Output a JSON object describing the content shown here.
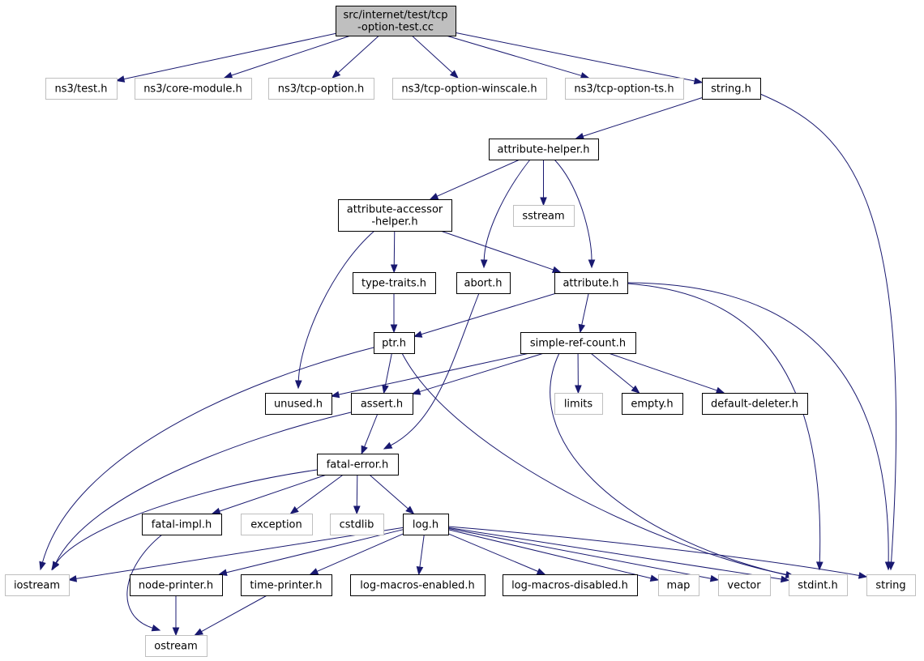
{
  "graph": {
    "nodes": {
      "root": {
        "lines": [
          "src/internet/test/tcp",
          "-option-test.cc"
        ],
        "kind": "root"
      },
      "test_h": {
        "lines": [
          "ns3/test.h"
        ],
        "kind": "ext"
      },
      "core_module_h": {
        "lines": [
          "ns3/core-module.h"
        ],
        "kind": "ext"
      },
      "tcp_option_h": {
        "lines": [
          "ns3/tcp-option.h"
        ],
        "kind": "ext"
      },
      "tcp_option_winscale_h": {
        "lines": [
          "ns3/tcp-option-winscale.h"
        ],
        "kind": "ext"
      },
      "tcp_option_ts_h": {
        "lines": [
          "ns3/tcp-option-ts.h"
        ],
        "kind": "ext"
      },
      "string_h": {
        "lines": [
          "string.h"
        ],
        "kind": "doc"
      },
      "attribute_helper_h": {
        "lines": [
          "attribute-helper.h"
        ],
        "kind": "doc"
      },
      "attribute_accessor_helper_h": {
        "lines": [
          "attribute-accessor",
          "-helper.h"
        ],
        "kind": "doc"
      },
      "sstream": {
        "lines": [
          "sstream"
        ],
        "kind": "ext"
      },
      "type_traits_h": {
        "lines": [
          "type-traits.h"
        ],
        "kind": "doc"
      },
      "abort_h": {
        "lines": [
          "abort.h"
        ],
        "kind": "doc"
      },
      "attribute_h": {
        "lines": [
          "attribute.h"
        ],
        "kind": "doc"
      },
      "ptr_h": {
        "lines": [
          "ptr.h"
        ],
        "kind": "doc"
      },
      "simple_ref_count_h": {
        "lines": [
          "simple-ref-count.h"
        ],
        "kind": "doc"
      },
      "unused_h": {
        "lines": [
          "unused.h"
        ],
        "kind": "doc"
      },
      "assert_h": {
        "lines": [
          "assert.h"
        ],
        "kind": "doc"
      },
      "limits": {
        "lines": [
          "limits"
        ],
        "kind": "ext"
      },
      "empty_h": {
        "lines": [
          "empty.h"
        ],
        "kind": "doc"
      },
      "default_deleter_h": {
        "lines": [
          "default-deleter.h"
        ],
        "kind": "doc"
      },
      "fatal_error_h": {
        "lines": [
          "fatal-error.h"
        ],
        "kind": "doc"
      },
      "fatal_impl_h": {
        "lines": [
          "fatal-impl.h"
        ],
        "kind": "doc"
      },
      "exception": {
        "lines": [
          "exception"
        ],
        "kind": "ext"
      },
      "cstdlib": {
        "lines": [
          "cstdlib"
        ],
        "kind": "ext"
      },
      "log_h": {
        "lines": [
          "log.h"
        ],
        "kind": "doc"
      },
      "iostream": {
        "lines": [
          "iostream"
        ],
        "kind": "ext"
      },
      "node_printer_h": {
        "lines": [
          "node-printer.h"
        ],
        "kind": "doc"
      },
      "time_printer_h": {
        "lines": [
          "time-printer.h"
        ],
        "kind": "doc"
      },
      "log_macros_enabled_h": {
        "lines": [
          "log-macros-enabled.h"
        ],
        "kind": "doc"
      },
      "log_macros_disabled_h": {
        "lines": [
          "log-macros-disabled.h"
        ],
        "kind": "doc"
      },
      "map": {
        "lines": [
          "map"
        ],
        "kind": "ext"
      },
      "vector": {
        "lines": [
          "vector"
        ],
        "kind": "ext"
      },
      "stdint_h": {
        "lines": [
          "stdint.h"
        ],
        "kind": "ext"
      },
      "string": {
        "lines": [
          "string"
        ],
        "kind": "ext"
      },
      "ostream": {
        "lines": [
          "ostream"
        ],
        "kind": "ext"
      }
    },
    "edges": [
      [
        "root",
        "test_h"
      ],
      [
        "root",
        "core_module_h"
      ],
      [
        "root",
        "tcp_option_h"
      ],
      [
        "root",
        "tcp_option_winscale_h"
      ],
      [
        "root",
        "tcp_option_ts_h"
      ],
      [
        "root",
        "string_h"
      ],
      [
        "string_h",
        "attribute_helper_h"
      ],
      [
        "string_h",
        "string"
      ],
      [
        "attribute_helper_h",
        "attribute_accessor_helper_h"
      ],
      [
        "attribute_helper_h",
        "abort_h"
      ],
      [
        "attribute_helper_h",
        "sstream"
      ],
      [
        "attribute_helper_h",
        "attribute_h"
      ],
      [
        "attribute_accessor_helper_h",
        "type_traits_h"
      ],
      [
        "attribute_accessor_helper_h",
        "attribute_h"
      ],
      [
        "attribute_accessor_helper_h",
        "unused_h"
      ],
      [
        "type_traits_h",
        "ptr_h"
      ],
      [
        "abort_h",
        "fatal_error_h"
      ],
      [
        "attribute_h",
        "ptr_h"
      ],
      [
        "attribute_h",
        "simple_ref_count_h"
      ],
      [
        "attribute_h",
        "stdint_h"
      ],
      [
        "attribute_h",
        "string"
      ],
      [
        "ptr_h",
        "assert_h"
      ],
      [
        "ptr_h",
        "iostream"
      ],
      [
        "ptr_h",
        "stdint_h"
      ],
      [
        "simple_ref_count_h",
        "unused_h"
      ],
      [
        "simple_ref_count_h",
        "assert_h"
      ],
      [
        "simple_ref_count_h",
        "limits"
      ],
      [
        "simple_ref_count_h",
        "empty_h"
      ],
      [
        "simple_ref_count_h",
        "default_deleter_h"
      ],
      [
        "simple_ref_count_h",
        "stdint_h"
      ],
      [
        "assert_h",
        "fatal_error_h"
      ],
      [
        "assert_h",
        "iostream"
      ],
      [
        "fatal_error_h",
        "fatal_impl_h"
      ],
      [
        "fatal_error_h",
        "exception"
      ],
      [
        "fatal_error_h",
        "cstdlib"
      ],
      [
        "fatal_error_h",
        "log_h"
      ],
      [
        "fatal_error_h",
        "iostream"
      ],
      [
        "fatal_impl_h",
        "ostream"
      ],
      [
        "log_h",
        "iostream"
      ],
      [
        "log_h",
        "node_printer_h"
      ],
      [
        "log_h",
        "time_printer_h"
      ],
      [
        "log_h",
        "log_macros_enabled_h"
      ],
      [
        "log_h",
        "log_macros_disabled_h"
      ],
      [
        "log_h",
        "map"
      ],
      [
        "log_h",
        "vector"
      ],
      [
        "log_h",
        "stdint_h"
      ],
      [
        "log_h",
        "string"
      ],
      [
        "node_printer_h",
        "ostream"
      ],
      [
        "time_printer_h",
        "ostream"
      ]
    ]
  },
  "colors": {
    "edge": "#191970",
    "root_fill": "#bfbfbf",
    "doc_border": "#000000",
    "external_border": "#bfbfbf"
  }
}
